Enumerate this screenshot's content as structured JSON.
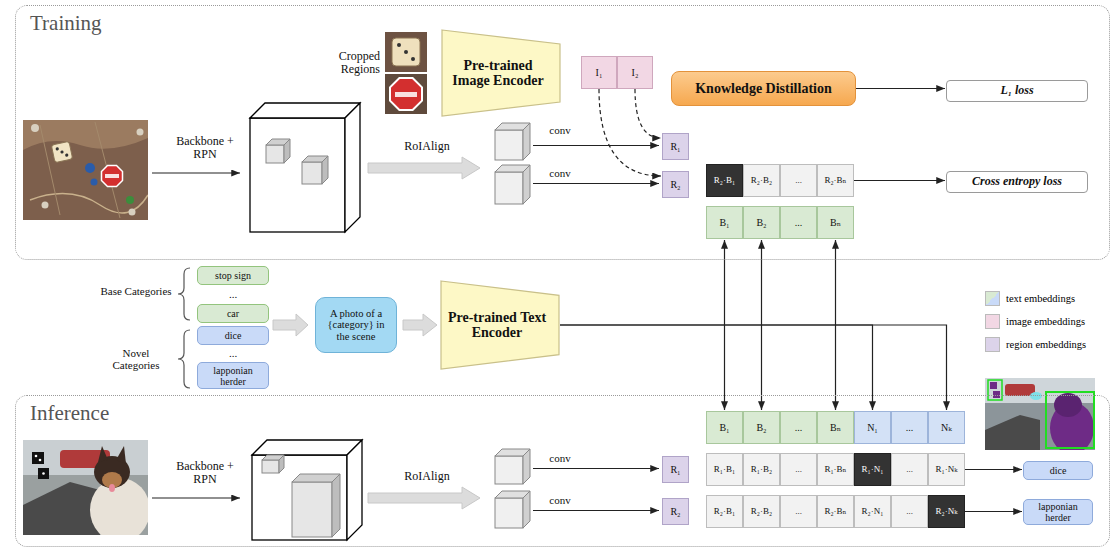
{
  "diagram": {
    "nodes": [
      {
        "text": [
          "Training"
        ]
      },
      {
        "text": [
          "Pre-trained Image Encoder"
        ],
        "in": 0
      },
      {
        "text": [
          "I₁"
        ],
        "in": 0
      },
      {
        "text": [
          "I₂"
        ],
        "in": 0
      },
      {
        "text": [
          "Knowledge Distillation"
        ],
        "in": 0
      },
      {
        "text": [
          "L₁ loss"
        ],
        "in": 0
      },
      {
        "text": [
          "R₁"
        ],
        "in": 0
      },
      {
        "text": [
          "R₂"
        ],
        "in": 0
      },
      {
        "text": [
          "R₂·B₁"
        ],
        "in": 0
      },
      {
        "text": [
          "R₂·B₂"
        ],
        "in": 0
      },
      {
        "text": [
          "..."
        ],
        "in": 0
      },
      {
        "text": [
          "R₂·Bₙ"
        ],
        "in": 0
      },
      {
        "text": [
          "Cross entropy loss"
        ],
        "in": 0
      },
      {
        "text": [
          "B₁"
        ],
        "in": 0
      },
      {
        "text": [
          "B₂"
        ],
        "in": 0
      },
      {
        "text": [
          "..."
        ],
        "in": 0
      },
      {
        "text": [
          "Bₙ"
        ],
        "in": 0
      },
      {
        "text": [
          "stop sign"
        ]
      },
      {
        "text": [
          "car"
        ]
      },
      {
        "text": [
          "dice"
        ]
      },
      {
        "text": [
          "lapponian herder"
        ]
      },
      {
        "text": [
          "A photo of a {category} in the scene"
        ]
      },
      {
        "text": [
          "Pre-trained Text Encoder"
        ]
      },
      {
        "text": [
          "Inference"
        ]
      },
      {
        "text": [
          "B₁"
        ],
        "in": 23
      },
      {
        "text": [
          "B₂"
        ],
        "in": 23
      },
      {
        "text": [
          "..."
        ],
        "in": 23
      },
      {
        "text": [
          "Bₙ"
        ],
        "in": 23
      },
      {
        "text": [
          "N₁"
        ],
        "in": 23
      },
      {
        "text": [
          "..."
        ],
        "in": 23
      },
      {
        "text": [
          "Nₖ"
        ],
        "in": 23
      },
      {
        "text": [
          "R₁"
        ],
        "in": 23
      },
      {
        "text": [
          "R₁·B₁"
        ],
        "in": 23
      },
      {
        "text": [
          "R₁·B₂"
        ],
        "in": 23
      },
      {
        "text": [
          "..."
        ],
        "in": 23
      },
      {
        "text": [
          "R₁·Bₙ"
        ],
        "in": 23
      },
      {
        "text": [
          "R₁·N₁"
        ],
        "in": 23
      },
      {
        "text": [
          "..."
        ],
        "in": 23
      },
      {
        "text": [
          "R₁·Nₖ"
        ],
        "in": 23
      },
      {
        "text": [
          "R₂"
        ],
        "in": 23
      },
      {
        "text": [
          "R₂·B₁"
        ],
        "in": 23
      },
      {
        "text": [
          "R₂·B₂"
        ],
        "in": 23
      },
      {
        "text": [
          "..."
        ],
        "in": 23
      },
      {
        "text": [
          "R₂·Bₙ"
        ],
        "in": 23
      },
      {
        "text": [
          "R₂·N₁"
        ],
        "in": 23
      },
      {
        "text": [
          "..."
        ],
        "in": 23
      },
      {
        "text": [
          "R₂·Nₖ"
        ],
        "in": 23
      },
      {
        "text": [
          "dice"
        ],
        "in": 23
      },
      {
        "text": [
          "lapponian herder"
        ],
        "in": 23
      }
    ],
    "edges": [
      {
        "from": 3,
        "to": 6,
        "arrow": "to"
      },
      {
        "from": 2,
        "to": 7,
        "arrow": "to"
      },
      {
        "from": 4,
        "to": 5,
        "arrow": "to"
      },
      {
        "from": 11,
        "to": 12,
        "arrow": "to"
      },
      {
        "from": 13,
        "to": 24,
        "arrow": "both"
      },
      {
        "from": 14,
        "to": 25,
        "arrow": "both"
      },
      {
        "from": 16,
        "to": 27,
        "arrow": "both"
      },
      {
        "from": 21,
        "to": 22,
        "arrow": "to"
      },
      {
        "from": 22,
        "to": 28,
        "arrow": "to"
      },
      {
        "from": 22,
        "to": 30,
        "arrow": "to"
      },
      {
        "from": 38,
        "to": 47,
        "arrow": "to"
      },
      {
        "from": 46,
        "to": 48,
        "arrow": "to"
      }
    ],
    "labels": [
      "Cropped Regions",
      "Backbone + RPN",
      "RoIAlign",
      "conv",
      "conv",
      "Base Categories",
      "...",
      "Novel Categories",
      "...",
      "Backbone + RPN",
      "RoIAlign",
      "conv",
      "conv"
    ],
    "legend": [
      {
        "text": "text embeddings",
        "color": "#d9ead3"
      },
      {
        "text": "image embeddings",
        "color": "#f2d7e4"
      },
      {
        "text": "region embeddings",
        "color": "#dcd3ea"
      }
    ]
  }
}
